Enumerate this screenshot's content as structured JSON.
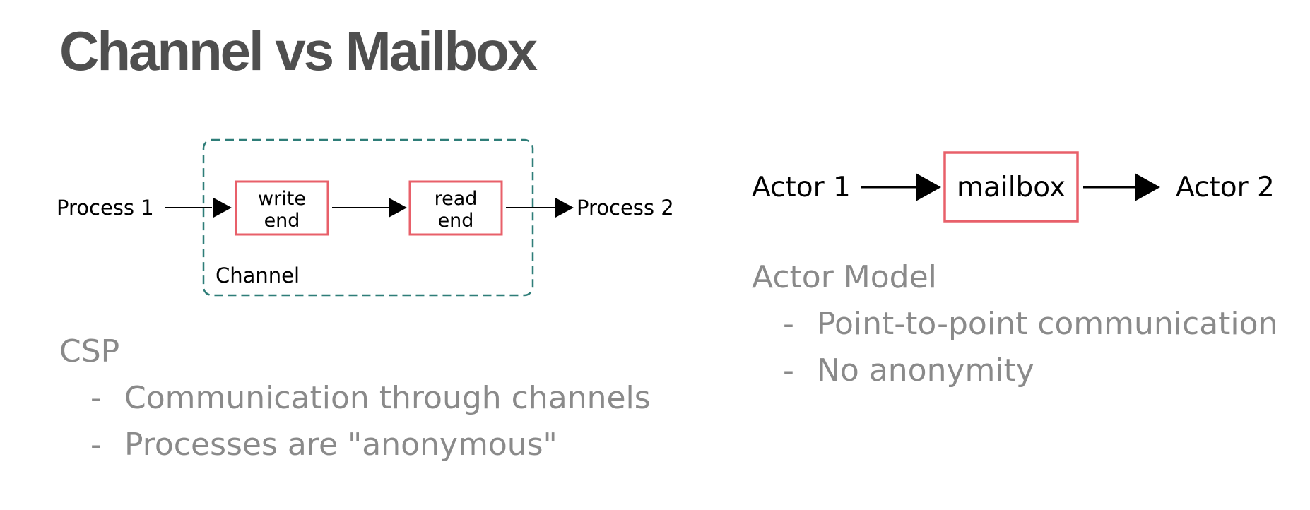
{
  "title": "Channel vs Mailbox",
  "channel_diagram": {
    "process1": "Process 1",
    "write_end_line1": "write",
    "write_end_line2": "end",
    "read_end_line1": "read",
    "read_end_line2": "end",
    "process2": "Process 2",
    "channel_label": "Channel"
  },
  "mailbox_diagram": {
    "actor1": "Actor 1",
    "mailbox": "mailbox",
    "actor2": "Actor 2"
  },
  "csp": {
    "heading": "CSP",
    "bullets": [
      "Communication through channels",
      "Processes are \"anonymous\""
    ]
  },
  "actor_model": {
    "heading": "Actor Model",
    "bullets": [
      "Point-to-point communication",
      "No anonymity"
    ]
  },
  "colors": {
    "box_border": "#e8606a",
    "channel_border": "#2e7d78",
    "title": "#4f4f4f",
    "body_text": "#8a8a8a"
  }
}
